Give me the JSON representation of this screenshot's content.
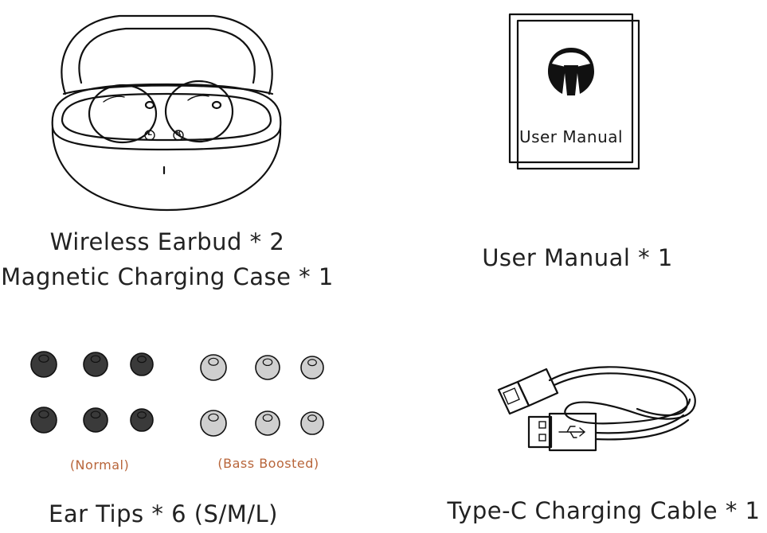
{
  "items": {
    "earbuds": {
      "caption_line1": "Wireless Earbud * 2",
      "caption_line2": "Magnetic Charging Case * 1",
      "left_mark": "L",
      "right_mark": "R"
    },
    "manual": {
      "booklet_text": "User Manual",
      "caption": "User Manual * 1"
    },
    "ear_tips": {
      "normal_label": "(Normal)",
      "bass_label": "(Bass Boosted)",
      "caption": "Ear Tips * 6 (S/M/L)"
    },
    "cable": {
      "caption": "Type-C Charging Cable * 1"
    }
  },
  "colors": {
    "line": "#111111",
    "tip_dark": "#3a3a3a",
    "tip_light": "#cfcfcf",
    "sub_label": "#b8653a"
  }
}
